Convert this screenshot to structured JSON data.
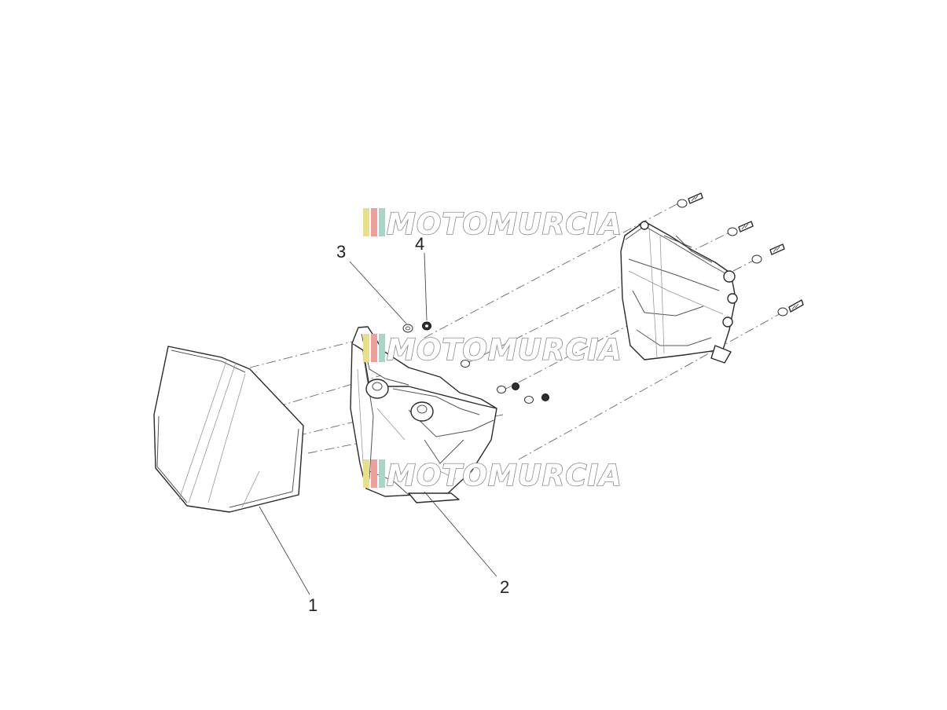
{
  "watermark": {
    "text": "MOTOMURCIA",
    "stripe_colors": [
      "#e9df8a",
      "#ef9d9d",
      "#a9d6c7"
    ]
  },
  "labels": {
    "part_1": "1",
    "part_2": "2",
    "part_3": "3",
    "part_4": "4"
  }
}
